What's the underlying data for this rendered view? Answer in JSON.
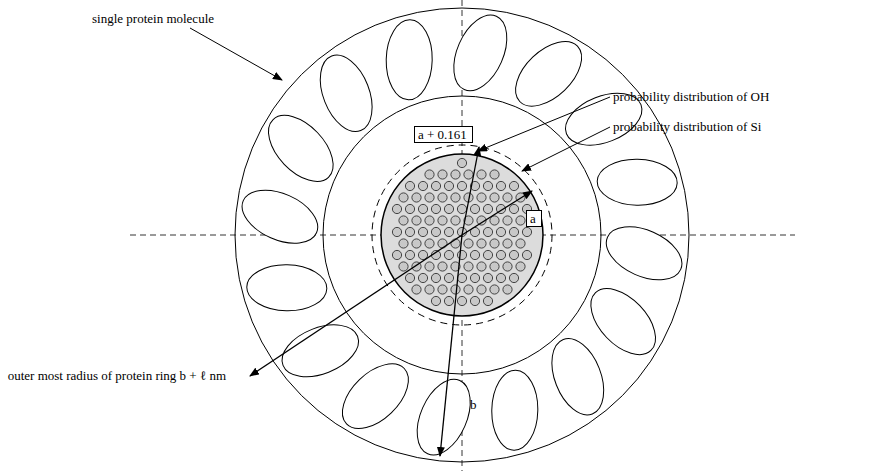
{
  "diagram": {
    "nodes": [
      {
        "text": [
          "a + 0.161"
        ]
      },
      {
        "text": [
          "a"
        ]
      }
    ],
    "labels": [
      "single protein molecule",
      "probability distribution of OH",
      "probability distribution of Si",
      "outer most radius of protein ring b + ℓ nm",
      "b"
    ]
  }
}
